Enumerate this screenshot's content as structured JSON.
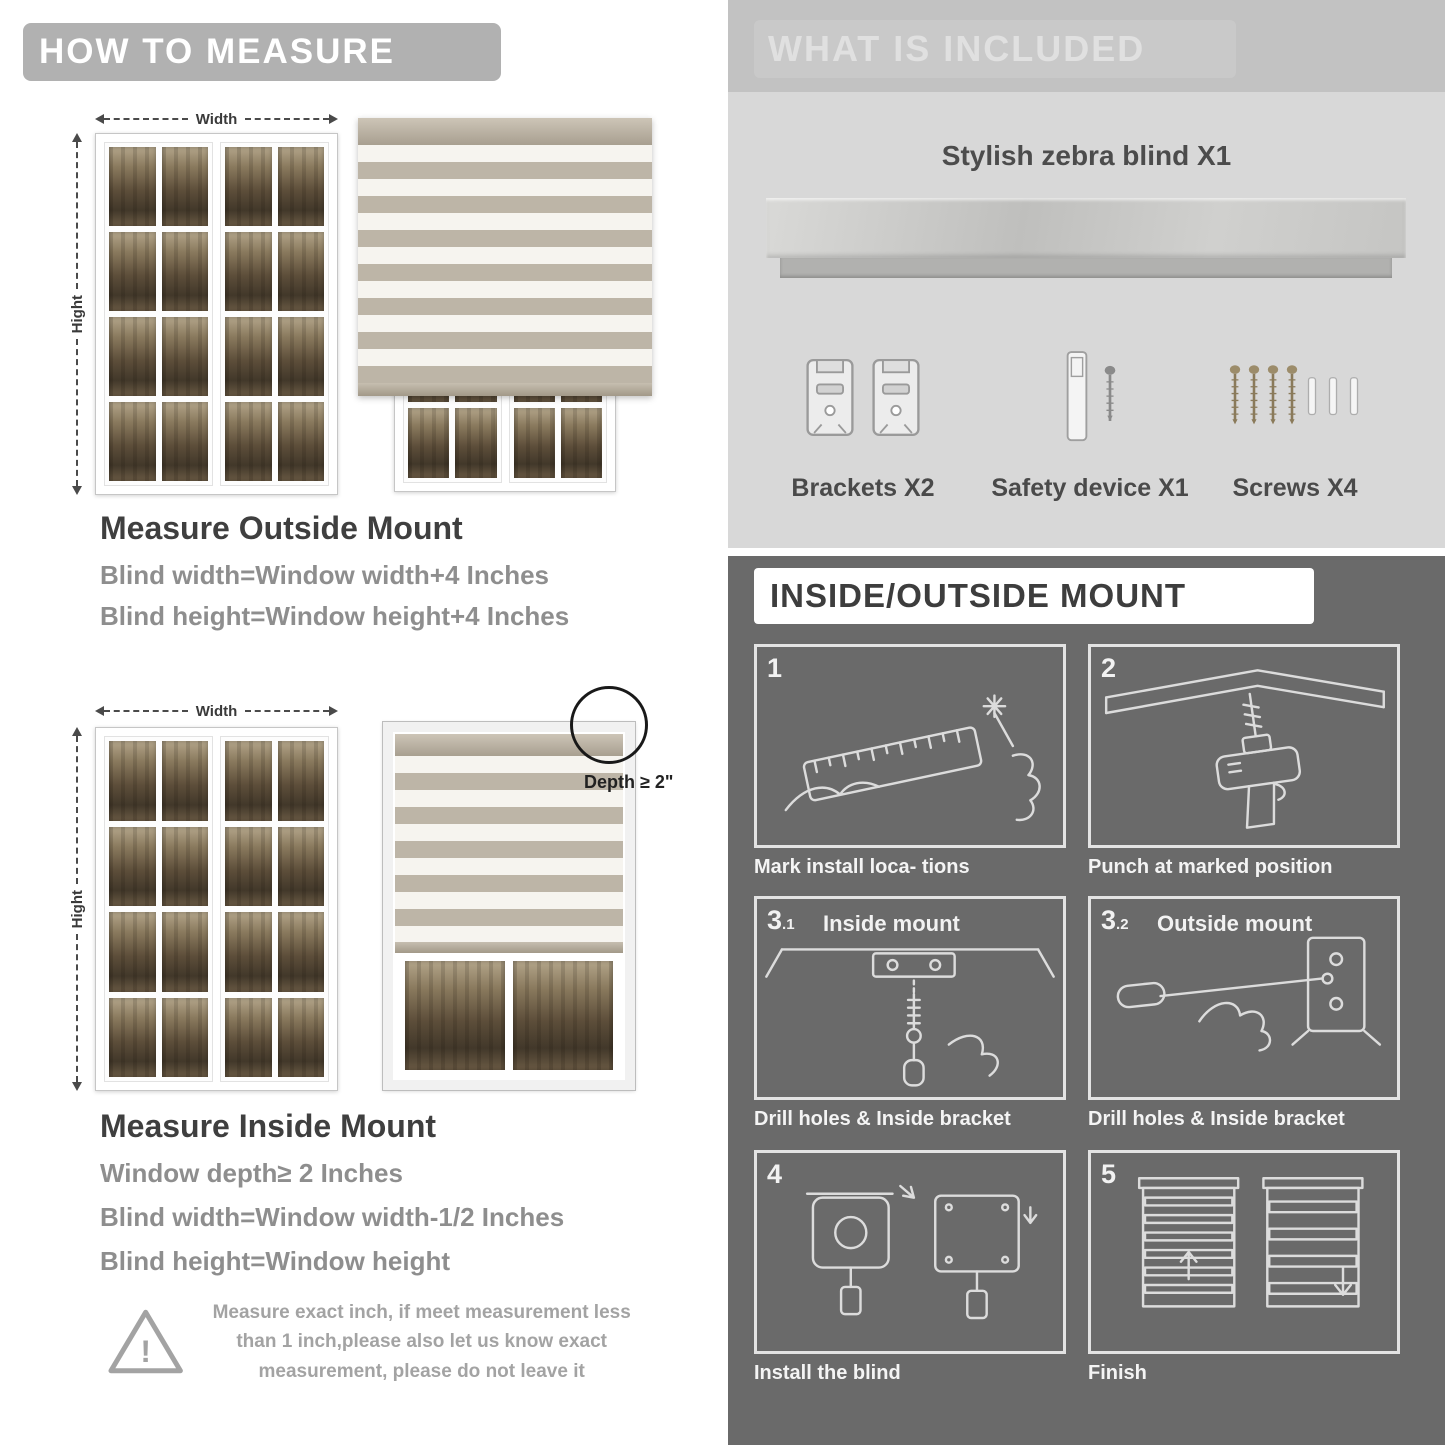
{
  "colors": {
    "banner_gray": "#b1b1b1",
    "heading_dark": "#3f3f3f",
    "body_gray": "#8e8e8e",
    "included_bg": "#c2c2c2",
    "included_box": "#d8d8d8",
    "mount_bg": "#6a6a6a"
  },
  "left": {
    "header": "HOW TO MEASURE",
    "window_labels": {
      "width": "Width",
      "height": "Hight"
    },
    "outside": {
      "title": "Measure Outside Mount",
      "lines": [
        "Blind width=Window width+4 Inches",
        "Blind height=Window height+4 Inches"
      ]
    },
    "inside": {
      "title": "Measure Inside Mount",
      "depth_note": "Depth ≥ 2\"",
      "lines": [
        "Window depth≥ 2 Inches",
        "Blind width=Window width-1/2 Inches",
        "Blind height=Window height"
      ]
    },
    "warning": "Measure exact inch, if meet measurement less than 1 inch,please also let us know exact measurement, please do not leave it"
  },
  "right": {
    "included": {
      "header": "WHAT IS INCLUDED",
      "blind_label": "Stylish zebra blind X1",
      "items": [
        "Brackets X2",
        "Safety device X1",
        "Screws X4"
      ]
    },
    "mount": {
      "header": "INSIDE/OUTSIDE MOUNT",
      "steps": [
        {
          "num": "1",
          "caption": "Mark install loca- tions"
        },
        {
          "num": "2",
          "caption": "Punch at  marked position"
        },
        {
          "num": "3",
          "sub": ".1",
          "title": "Inside mount",
          "caption": "Drill holes &  Inside bracket"
        },
        {
          "num": "3",
          "sub": ".2",
          "title": "Outside mount",
          "caption": "Drill holes &  Inside bracket"
        },
        {
          "num": "4",
          "caption": "Install the blind"
        },
        {
          "num": "5",
          "caption": "Finish"
        }
      ]
    }
  }
}
